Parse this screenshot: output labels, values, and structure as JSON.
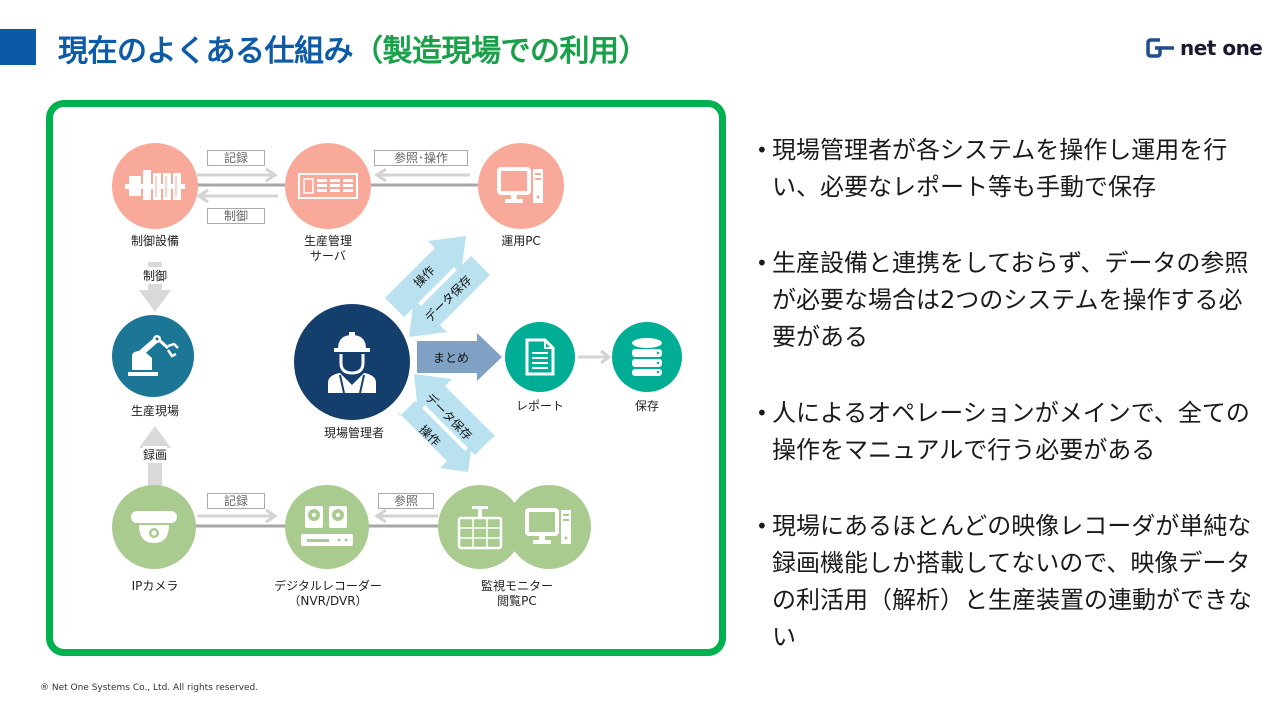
{
  "header": {
    "title_main": "現在のよくある仕組み",
    "title_highlight": "（製造現場での利用）",
    "logo_text": "net one",
    "accent_color": "#0b5aa6",
    "highlight_color": "#1aa04a"
  },
  "diagram": {
    "frame_color": "#00b14f",
    "nodes": {
      "control_equipment": "制御設備",
      "production_server_line1": "生産管理",
      "production_server_line2": "サーバ",
      "operation_pc": "運用PC",
      "production_site": "生産現場",
      "site_manager": "現場管理者",
      "report": "レポート",
      "storage": "保存",
      "ip_camera": "IPカメラ",
      "recorder_line1": "デジタルレコーダー",
      "recorder_line2": "（NVR/DVR）",
      "monitor_line1": "監視モニター",
      "monitor_line2": "閲覧PC"
    },
    "tags": {
      "record_top": "記録",
      "control_top": "制御",
      "reference_operate": "参照･操作",
      "record_bottom": "記録",
      "reference_bottom": "参照"
    },
    "flow_labels": {
      "control_down": "制御",
      "record_up": "録画",
      "summarize": "まとめ",
      "operate_top": "操作",
      "data_save_top": "データ保存",
      "data_save_bottom": "データ保存",
      "operate_bottom": "操作"
    },
    "colors": {
      "salmon": "#f9a99a",
      "green": "#a9cb8f",
      "teal": "#00ae95",
      "petrol": "#1c7797",
      "navy": "#143e6b",
      "light_blue_arrow": "#b9e1f0",
      "steel_arrow": "#7fa2c4"
    }
  },
  "bullets": [
    "現場管理者が各システムを操作し運用を行い、必要なレポート等も手動で保存",
    "生産設備と連携をしておらず、データの参照が必要な場合は2つのシステムを操作する必要がある",
    "人によるオペレーションがメインで、全ての操作をマニュアルで行う必要がある",
    "現場にあるほとんどの映像レコーダが単純な録画機能しか搭載してないので、映像データの利活用（解析）と生産装置の連動ができない"
  ],
  "footer": {
    "copyright": "® Net One Systems Co., Ltd. All rights reserved."
  }
}
